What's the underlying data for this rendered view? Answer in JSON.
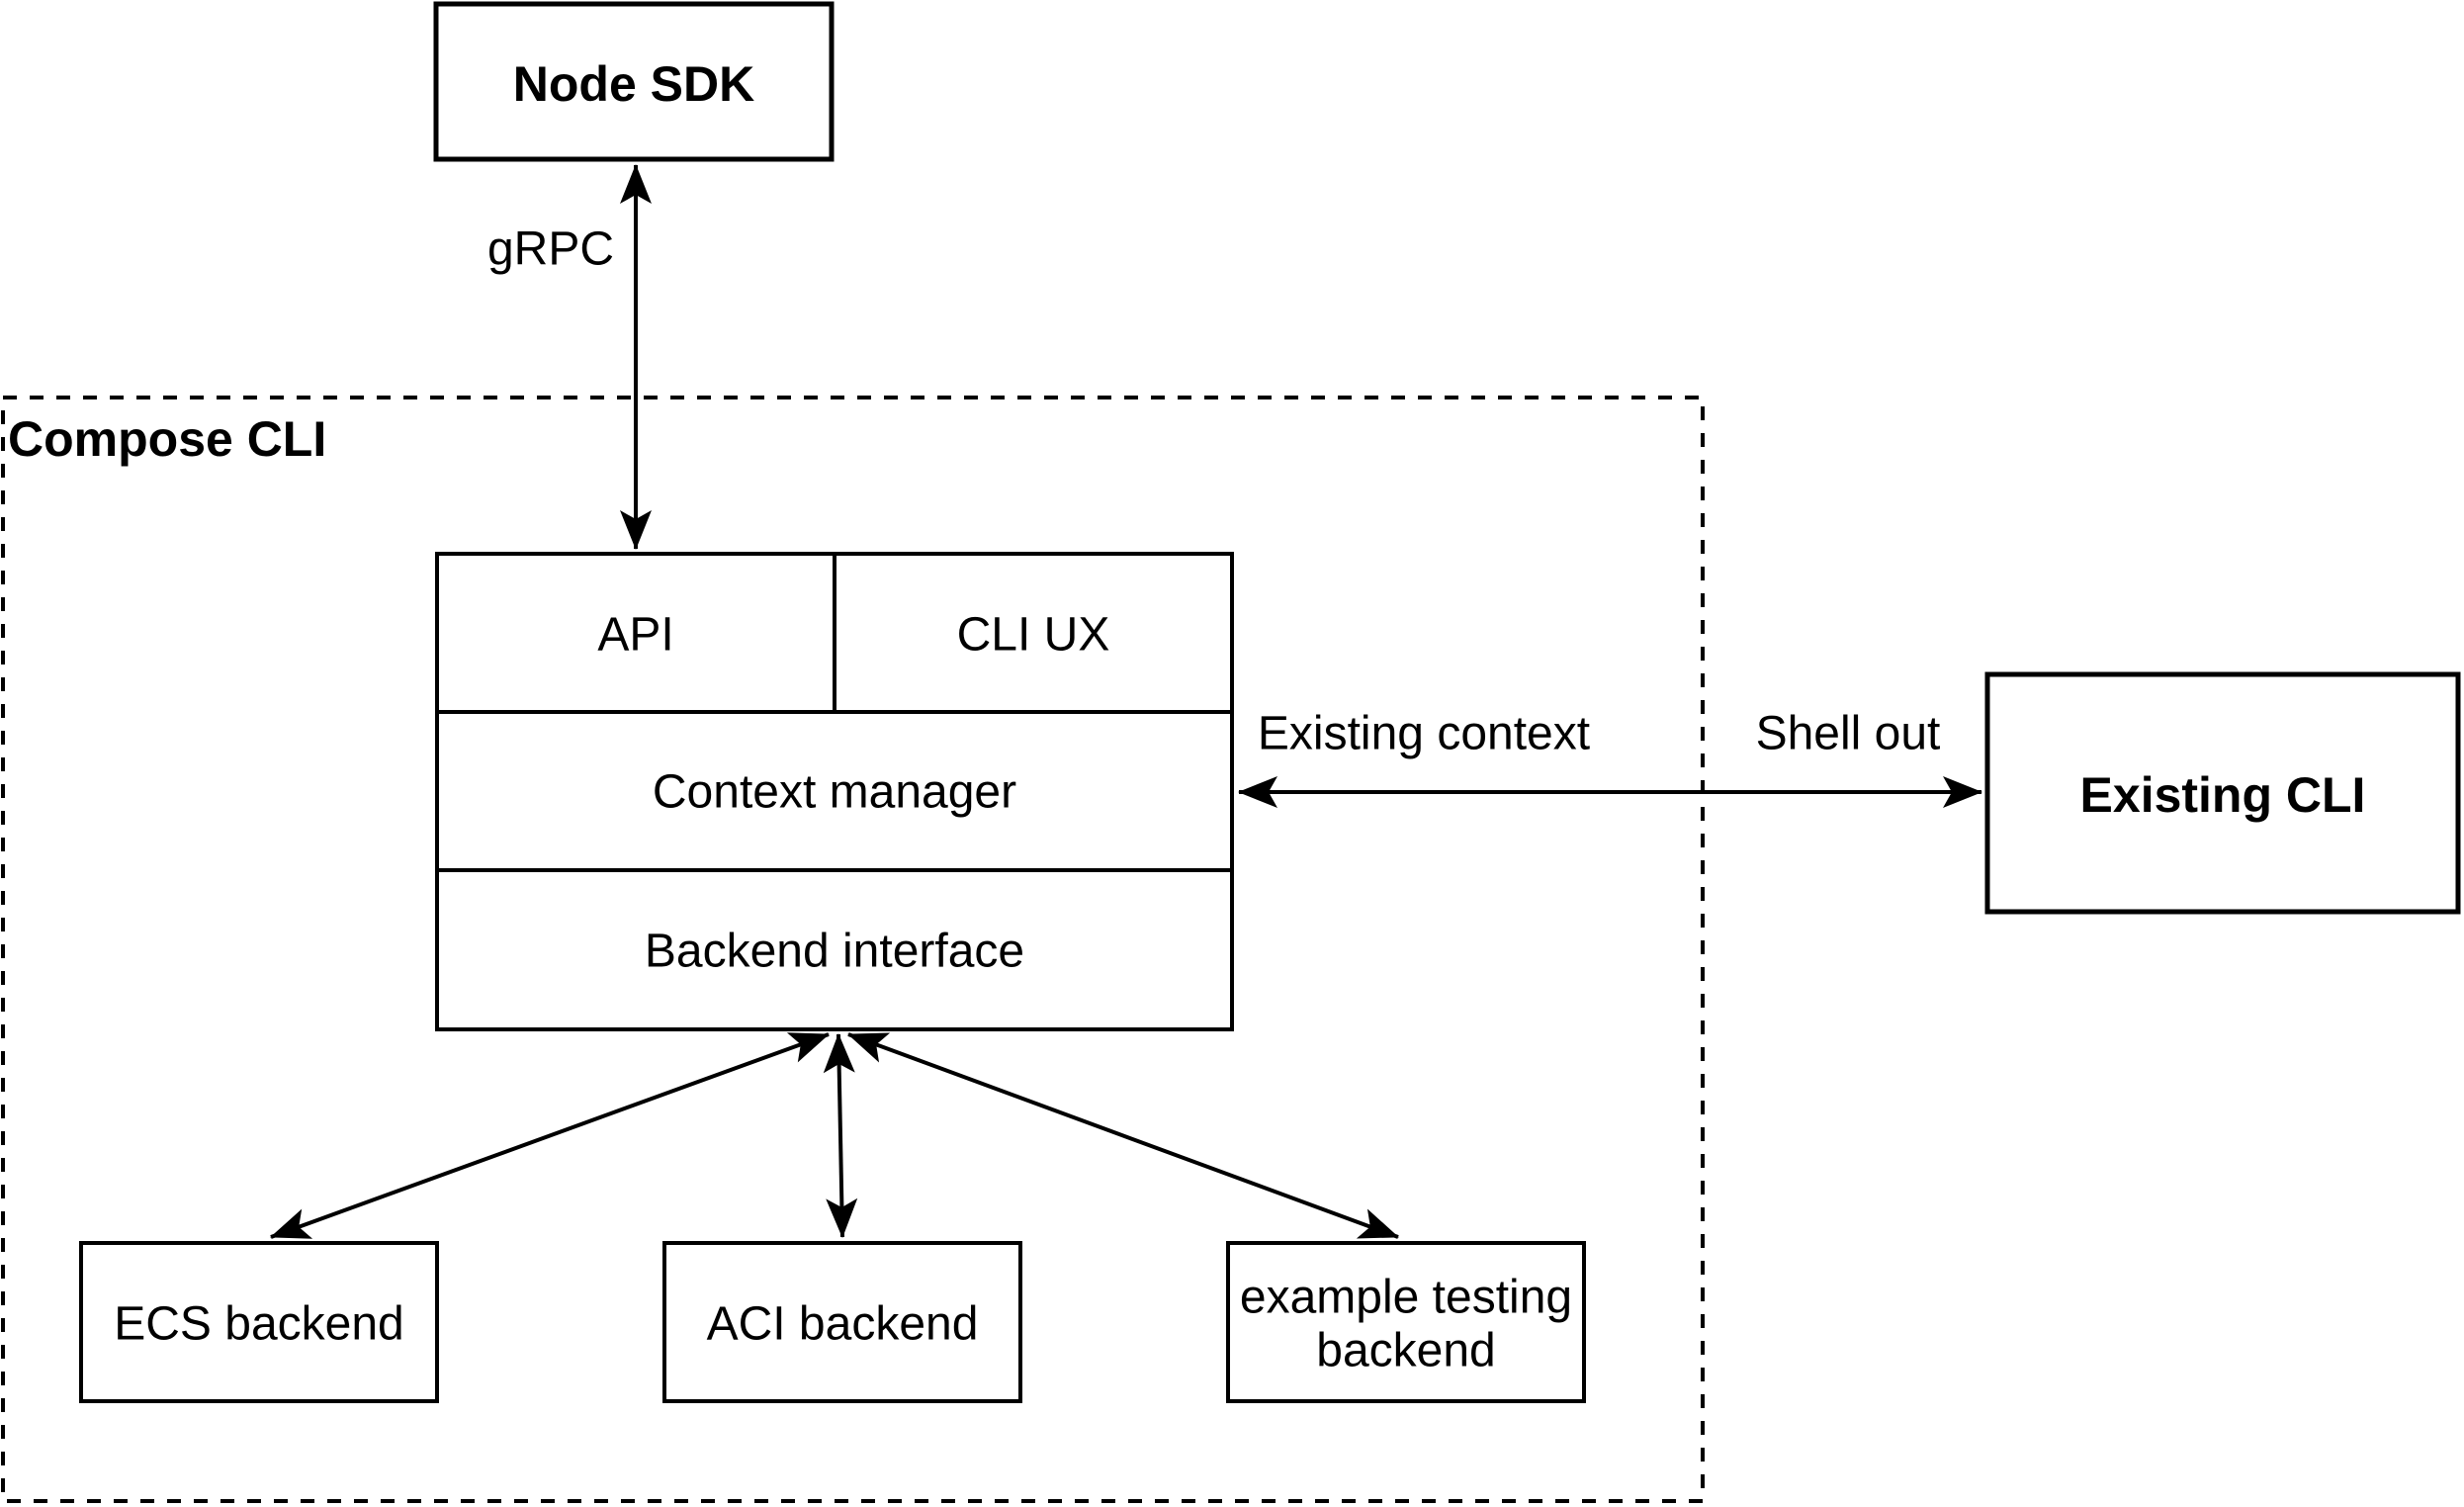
{
  "colors": {
    "stroke": "#000000",
    "background": "#ffffff"
  },
  "nodes": {
    "node_sdk": {
      "label": "Node SDK"
    },
    "compose_cli": {
      "label": "Compose CLI"
    },
    "api": {
      "label": "API"
    },
    "cli_ux": {
      "label": "CLI UX"
    },
    "context_manager": {
      "label": "Context manager"
    },
    "backend_interface": {
      "label": "Backend interface"
    },
    "ecs_backend": {
      "label": "ECS backend"
    },
    "aci_backend": {
      "label": "ACI backend"
    },
    "example_testing_backend": {
      "label": "example testing backend",
      "line1": "example testing",
      "line2": "backend"
    },
    "existing_cli": {
      "label": "Existing CLI"
    }
  },
  "edges": {
    "grpc": {
      "label": "gRPC"
    },
    "existing_context": {
      "label": "Existing context"
    },
    "shell_out": {
      "label": "Shell out"
    }
  }
}
